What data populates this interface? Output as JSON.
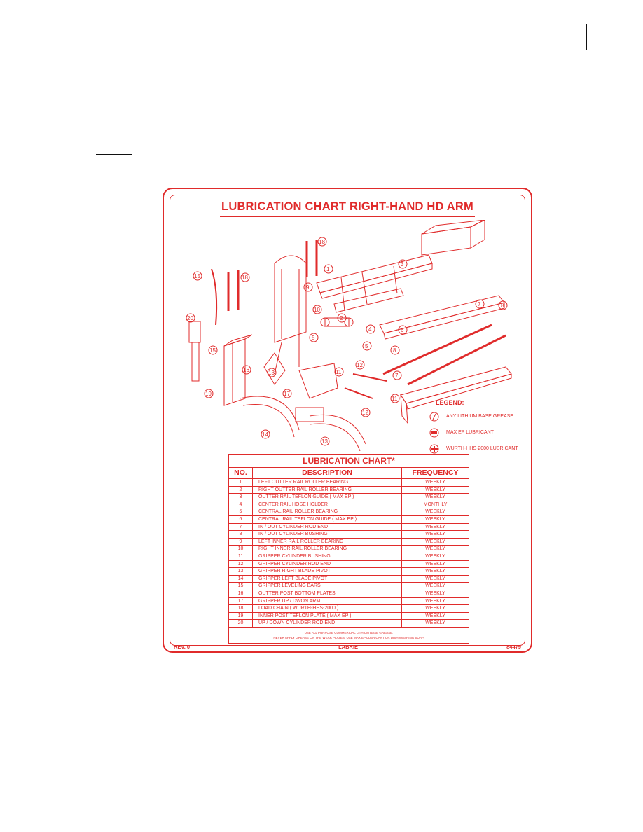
{
  "decal": {
    "title": "LUBRICATION CHART RIGHT-HAND HD ARM",
    "legend": {
      "title": "LEGEND:",
      "items": [
        {
          "label": "ANY LITHIUM BASE GREASE",
          "icon": "grease-fitting-icon"
        },
        {
          "label": "MAX EP LUBRICANT",
          "icon": "max-ep-icon"
        },
        {
          "label": "WURTH-HHS-2000 LUBRICANT",
          "icon": "wurth-icon"
        }
      ]
    },
    "callouts": [
      "1",
      "2",
      "3",
      "4",
      "5",
      "5",
      "6",
      "7",
      "7",
      "8",
      "8",
      "9",
      "10",
      "11",
      "11",
      "12",
      "12",
      "13",
      "13",
      "14",
      "15",
      "15",
      "16",
      "17",
      "18",
      "18",
      "19",
      "20"
    ],
    "table": {
      "caption": "LUBRICATION CHART*",
      "headers": {
        "no": "NO.",
        "description": "DESCRIPTION",
        "frequency": "FREQUENCY"
      },
      "rows": [
        {
          "no": "1",
          "description": "LEFT OUTTER RAIL ROLLER BEARING",
          "frequency": "WEEKLY"
        },
        {
          "no": "2",
          "description": "RIGHT OUTTER RAIL ROLLER BEARING",
          "frequency": "WEEKLY"
        },
        {
          "no": "3",
          "description": "OUTTER RAIL TEFLON GUIDE ( MAX EP )",
          "frequency": "WEEKLY"
        },
        {
          "no": "4",
          "description": "CENTER RAIL HOSE HOLDER",
          "frequency": "MONTHLY"
        },
        {
          "no": "5",
          "description": "CENTRAL RAIL ROLLER BEARING",
          "frequency": "WEEKLY"
        },
        {
          "no": "6",
          "description": "CENTRAL RAIL TEFLON GUIDE ( MAX EP )",
          "frequency": "WEEKLY"
        },
        {
          "no": "7",
          "description": "IN / OUT CYLINDER ROD END",
          "frequency": "WEEKLY"
        },
        {
          "no": "8",
          "description": "IN / OUT CYLINDER BUSHING",
          "frequency": "WEEKLY"
        },
        {
          "no": "9",
          "description": "LEFT INNER RAIL ROLLER BEARING",
          "frequency": "WEEKLY"
        },
        {
          "no": "10",
          "description": "RIGHT INNER RAIL ROLLER BEARING",
          "frequency": "WEEKLY"
        },
        {
          "no": "11",
          "description": "GRIPPER CYLINDER BUSHING",
          "frequency": "WEEKLY"
        },
        {
          "no": "12",
          "description": "GRIPPER CYLINDER ROD END",
          "frequency": "WEEKLY"
        },
        {
          "no": "13",
          "description": "GRIPPER RIGHT BLADE PIVOT",
          "frequency": "WEEKLY"
        },
        {
          "no": "14",
          "description": "GRIPPER LEFT BLADE PIVOT",
          "frequency": "WEEKLY"
        },
        {
          "no": "15",
          "description": "GRIPPER LEVELING BARS",
          "frequency": "WEEKLY"
        },
        {
          "no": "16",
          "description": "OUTTER POST BOTTOM PLATES",
          "frequency": "WEEKLY"
        },
        {
          "no": "17",
          "description": "GRIPPER UP / DWON ARM",
          "frequency": "WEEKLY"
        },
        {
          "no": "18",
          "description": "LOAD CHAIN ( WURTH-HHS-2000 )",
          "frequency": "WEEKLY"
        },
        {
          "no": "19",
          "description": "INNER POST TEFLON PLATE ( MAX EP )",
          "frequency": "WEEKLY"
        },
        {
          "no": "20",
          "description": "UP / DOWN CYLINDER ROD END",
          "frequency": "WEEKLY"
        }
      ],
      "note_line1": "USE ALL PURPOSE COMMERCIAL LITHIUM BASE GREASE.",
      "note_line2": "NEVER APPLY GREASE ON THE WEAR PLATES, USE MAX EP LUBRICANT OR DISH WASHING SOAP."
    },
    "footer": {
      "rev": "REV. 0",
      "brand": "LABRIE",
      "part_no": "84479"
    },
    "accent_color": "#e02b2b"
  }
}
